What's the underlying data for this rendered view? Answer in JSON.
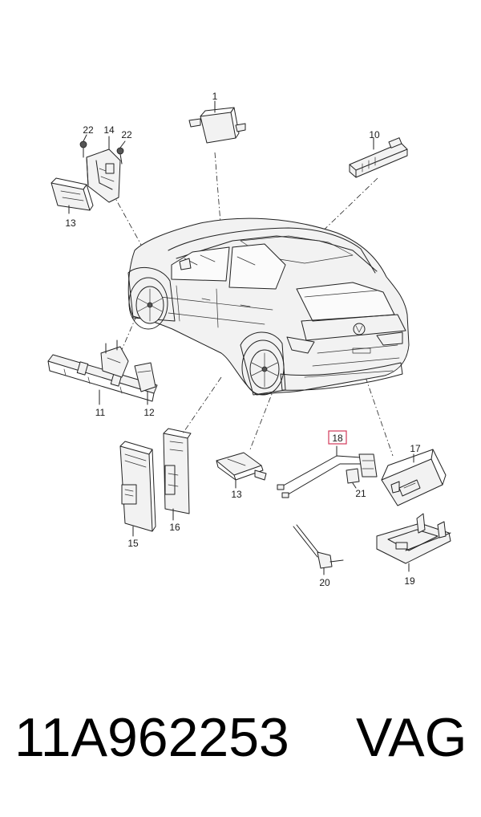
{
  "labels": {
    "p1": "1",
    "p10": "10",
    "p11": "11",
    "p12": "12",
    "p13a": "13",
    "p13b": "13",
    "p14": "14",
    "p15": "15",
    "p16": "16",
    "p17": "17",
    "p18": "18",
    "p19": "19",
    "p20": "20",
    "p21": "21",
    "p22a": "22",
    "p22b": "22"
  },
  "colors": {
    "highlight_box": "#d23a5a",
    "line": "#222222"
  },
  "footer": {
    "part_number": "11A962253",
    "brand": "VAG"
  }
}
